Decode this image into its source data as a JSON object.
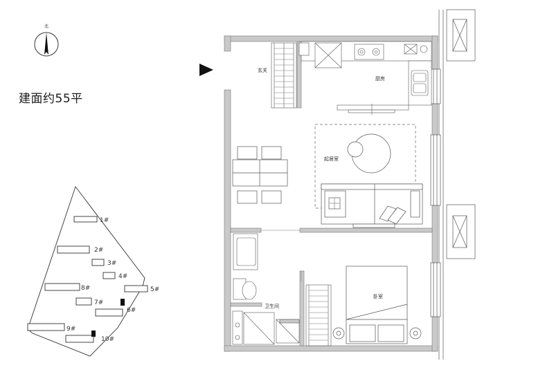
{
  "compass": {
    "label": "北"
  },
  "area_text": "建面约55平",
  "rooms": {
    "entrance": "玄关",
    "kitchen": "厨房",
    "living": "起居室",
    "bathroom": "卫生间",
    "bedroom": "卧室"
  },
  "site_plan": {
    "buildings": [
      "1#",
      "2#",
      "3#",
      "4#",
      "5#",
      "6#",
      "7#",
      "8#",
      "9#",
      "10#"
    ]
  },
  "colors": {
    "wall": "#c9c9c9",
    "line": "#555555",
    "entry_arrow": "#111111"
  }
}
